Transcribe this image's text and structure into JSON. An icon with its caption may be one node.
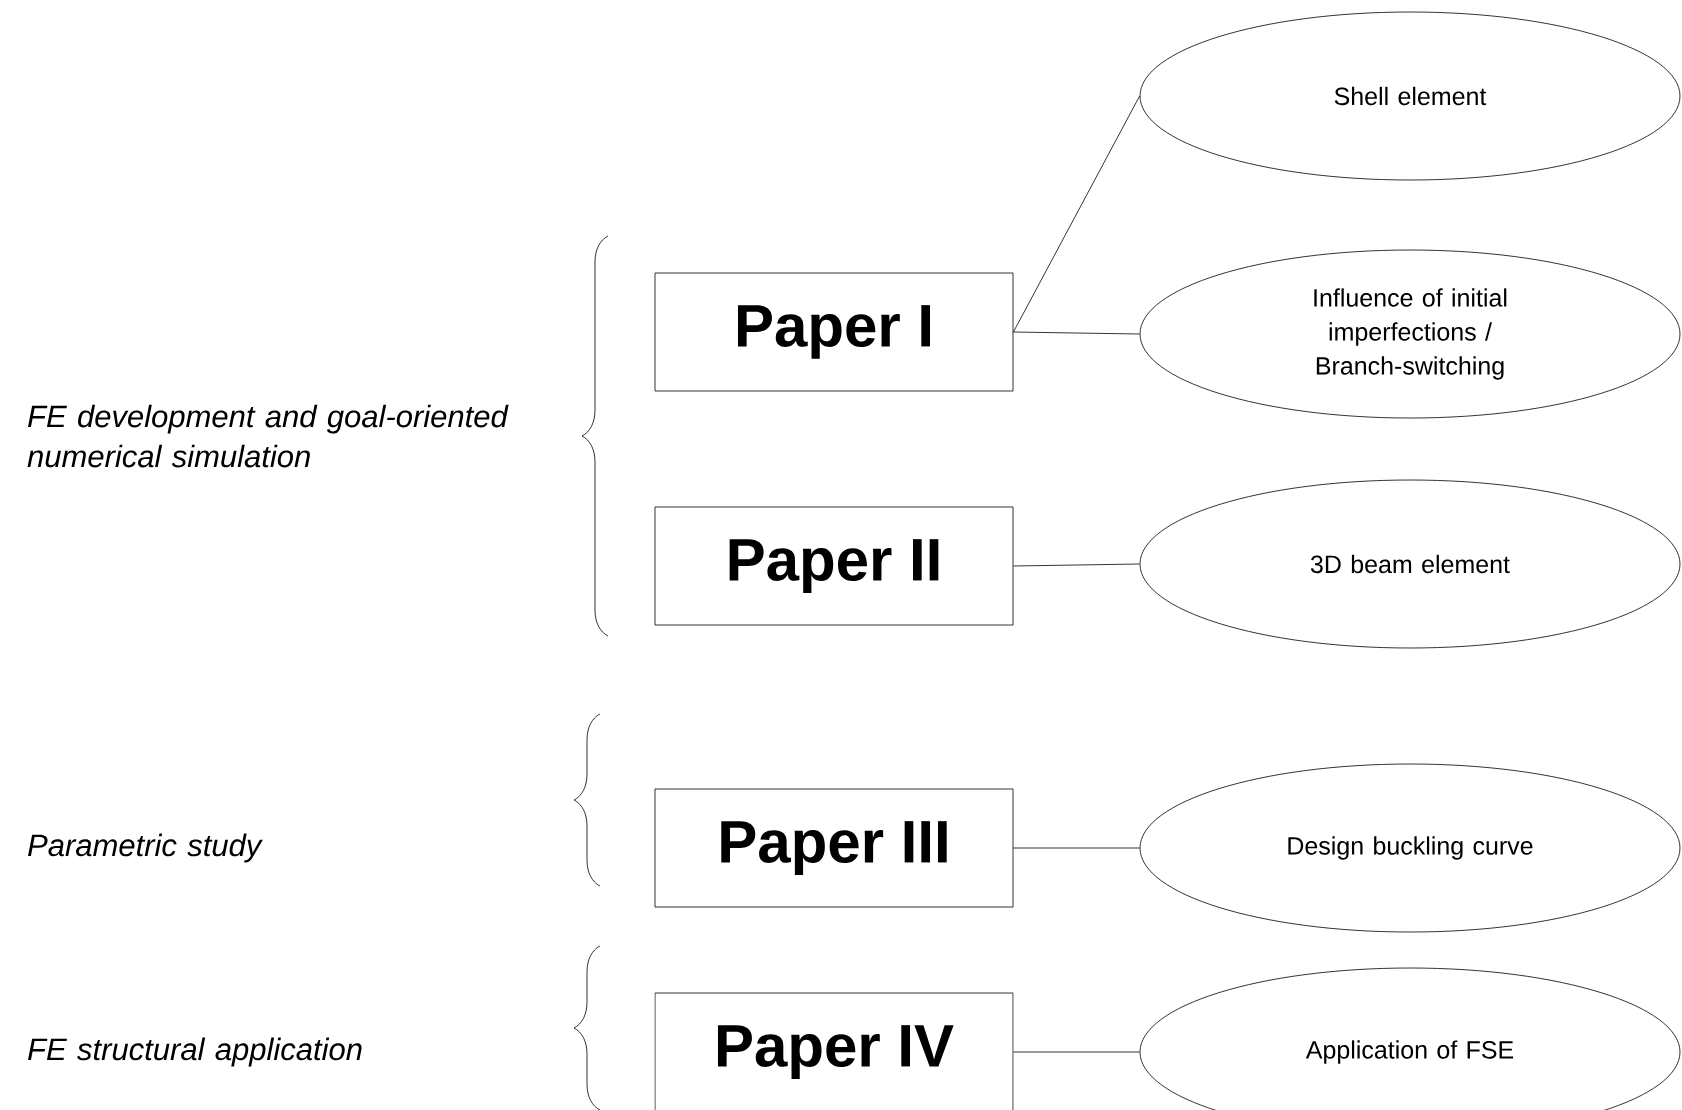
{
  "diagram": {
    "nodes": [
      {
        "text": [
          "Paper I"
        ]
      },
      {
        "text": [
          "Shell element"
        ]
      },
      {
        "text": [
          "Influence of initial imperfections / Branch-switching"
        ]
      },
      {
        "text": [
          "Paper II"
        ]
      },
      {
        "text": [
          "3D beam element"
        ]
      },
      {
        "text": [
          "Paper III"
        ]
      },
      {
        "text": [
          "Design buckling curve"
        ]
      },
      {
        "text": [
          "Paper IV"
        ]
      },
      {
        "text": [
          "Application of FSE"
        ]
      }
    ],
    "edges": [
      {
        "from": 0,
        "to": 1,
        "arrow": "none"
      },
      {
        "from": 0,
        "to": 2,
        "arrow": "none"
      },
      {
        "from": 3,
        "to": 4,
        "arrow": "none"
      },
      {
        "from": 5,
        "to": 6,
        "arrow": "none"
      },
      {
        "from": 7,
        "to": 8,
        "arrow": "none"
      }
    ],
    "labels": [
      "FE development and goal-oriented numerical simulation",
      "Parametric study",
      "FE structural application"
    ]
  }
}
